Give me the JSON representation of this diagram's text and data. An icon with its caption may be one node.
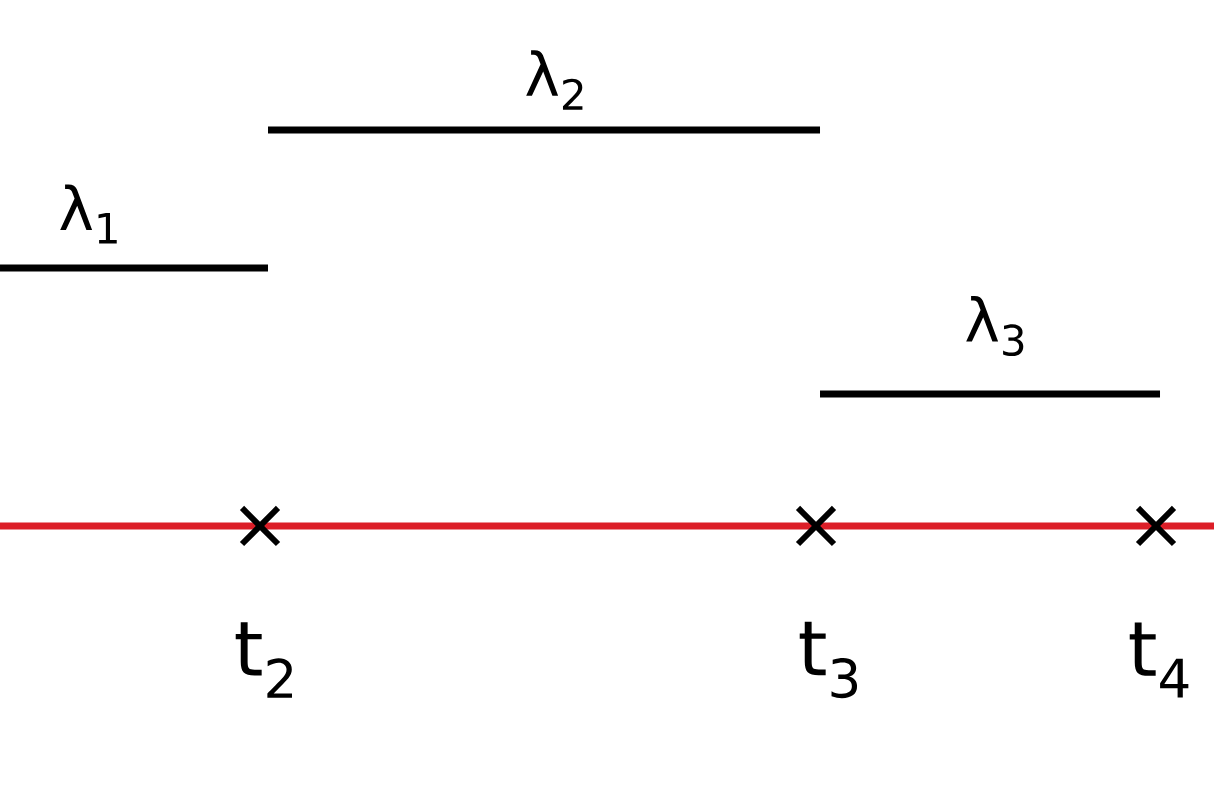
{
  "diagram": {
    "labels": [
      "λ$_{2}$",
      "λ$_{1}$",
      "λ$_{3}$",
      "t$_{2}$",
      "t$_{3}$",
      "t$_{4}$"
    ]
  }
}
